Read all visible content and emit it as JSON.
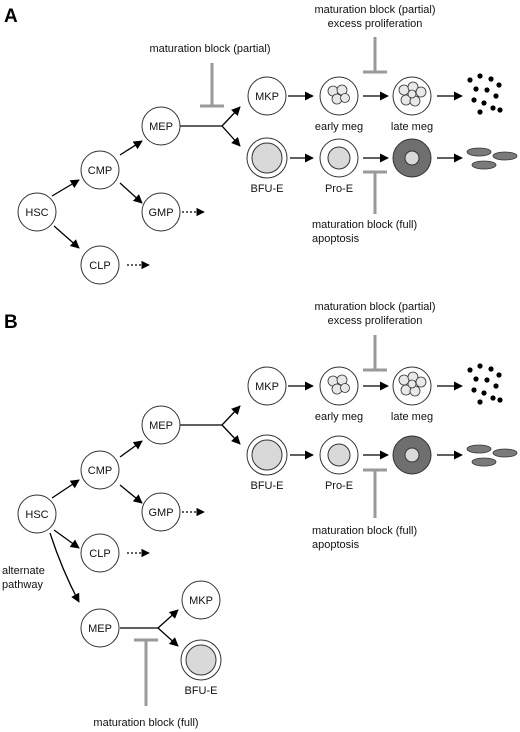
{
  "panels": {
    "a": "A",
    "b": "B"
  },
  "panel_a": {
    "nodes": {
      "hsc": "HSC",
      "cmp": "CMP",
      "clp": "CLP",
      "gmp": "GMP",
      "mep": "MEP",
      "mkp": "MKP"
    },
    "labels": {
      "bfu_e": "BFU-E",
      "pro_e": "Pro-E",
      "early_meg": "early meg",
      "late_meg": "late meg",
      "block_top_1": "maturation block (partial)",
      "block_top_2": "excess proliferation",
      "block_mep": "maturation block (partial)",
      "block_bottom_1": "maturation block (full)",
      "block_bottom_2": "apoptosis"
    }
  },
  "panel_b": {
    "nodes": {
      "hsc": "HSC",
      "cmp": "CMP",
      "clp": "CLP",
      "gmp": "GMP",
      "mep": "MEP",
      "mkp": "MKP",
      "mep_alt": "MEP",
      "mkp_alt": "MKP"
    },
    "labels": {
      "bfu_e": "BFU-E",
      "pro_e": "Pro-E",
      "early_meg": "early meg",
      "late_meg": "late meg",
      "bfu_e_alt": "BFU-E",
      "block_top_1": "maturation block (partial)",
      "block_top_2": "excess proliferation",
      "block_bottom_1": "maturation block (full)",
      "block_bottom_2": "apoptosis",
      "alt_1": "alternate",
      "alt_2": "pathway",
      "block_alt": "maturation block (full)"
    }
  },
  "colors": {
    "node_stroke": "#333333",
    "erythroid_fill": "#d9d9d9",
    "late_ery_fill": "#6f6f6f",
    "rbc_fill": "#7a7a7a",
    "block_gray": "#9a9a9a"
  }
}
